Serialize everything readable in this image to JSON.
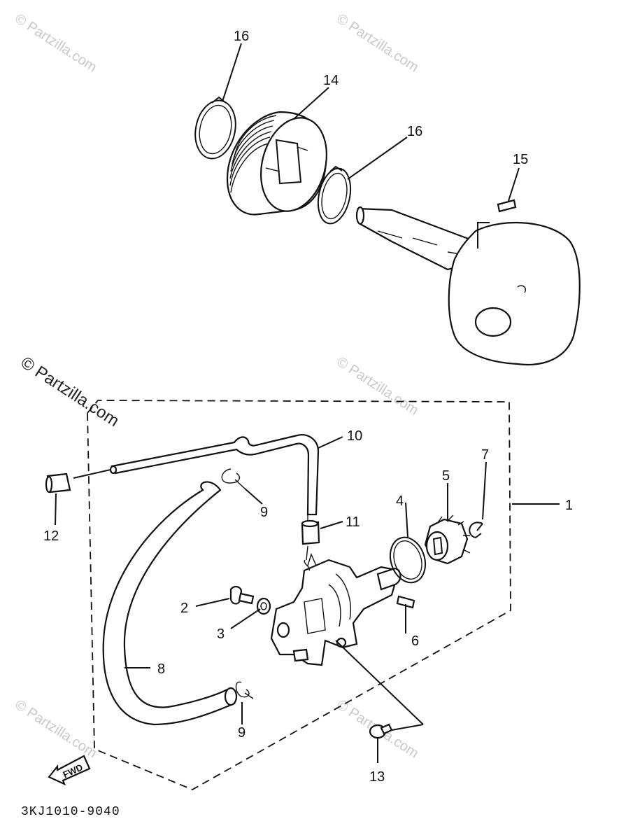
{
  "watermark": "© Partzilla.com",
  "diagram_code": "3KJ1010-9040",
  "fwd_label": "FWD",
  "callouts": {
    "c1": "1",
    "c2": "2",
    "c3": "3",
    "c4": "4",
    "c5": "5",
    "c6": "6",
    "c7": "7",
    "c8": "8",
    "c9a": "9",
    "c9b": "9",
    "c10": "10",
    "c11": "11",
    "c12": "12",
    "c13": "13",
    "c14": "14",
    "c15": "15",
    "c16a": "16",
    "c16b": "16"
  }
}
